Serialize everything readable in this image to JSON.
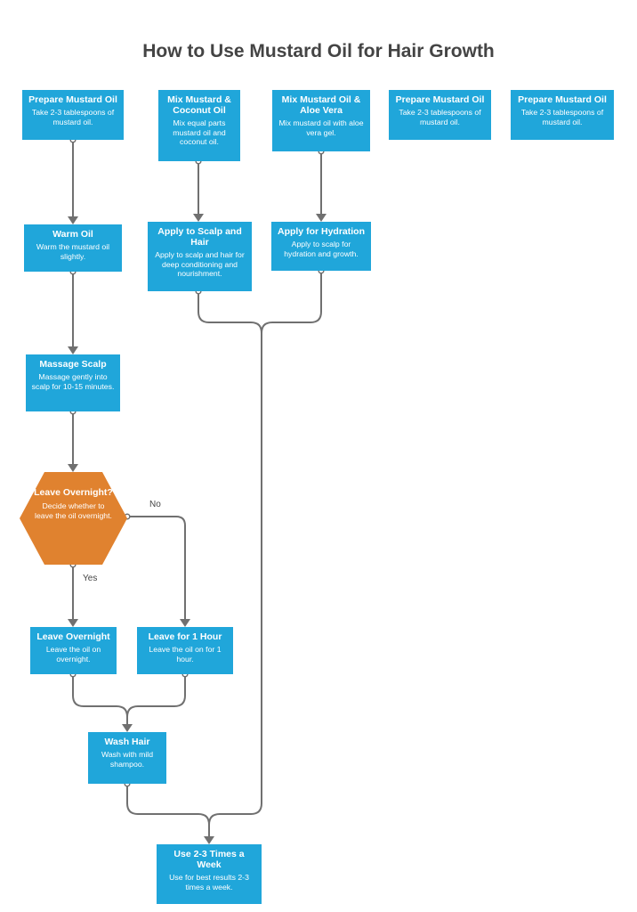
{
  "title": "How to Use Mustard Oil for Hair Growth",
  "colors": {
    "node": "#20A6DA",
    "decision": "#E0822F",
    "connector": "#707070",
    "title": "#444444"
  },
  "nodes": {
    "prepare_1": {
      "title": "Prepare Mustard Oil",
      "desc": "Take 2-3 tablespoons of mustard oil."
    },
    "mix_coconut": {
      "title": "Mix Mustard & Coconut Oil",
      "desc": "Mix equal parts mustard oil and coconut oil."
    },
    "mix_aloe": {
      "title": "Mix Mustard Oil & Aloe Vera",
      "desc": "Mix mustard oil with aloe vera gel."
    },
    "prepare_2": {
      "title": "Prepare Mustard Oil",
      "desc": "Take 2-3 tablespoons of mustard oil."
    },
    "prepare_3": {
      "title": "Prepare Mustard Oil",
      "desc": "Take 2-3 tablespoons of mustard oil."
    },
    "warm_oil": {
      "title": "Warm Oil",
      "desc": "Warm the mustard oil slightly."
    },
    "apply_scalp_hair": {
      "title": "Apply to Scalp and Hair",
      "desc": "Apply to scalp and hair for deep conditioning and nourishment."
    },
    "apply_hydration": {
      "title": "Apply for Hydration",
      "desc": "Apply to scalp for hydration and growth."
    },
    "massage_scalp": {
      "title": "Massage Scalp",
      "desc": "Massage gently into scalp for 10-15 minutes."
    },
    "leave_overnight_decision": {
      "title": "Leave Overnight?",
      "desc": "Decide whether to leave the oil overnight."
    },
    "leave_overnight": {
      "title": "Leave Overnight",
      "desc": "Leave the oil on overnight."
    },
    "leave_1_hour": {
      "title": "Leave for 1 Hour",
      "desc": "Leave the oil on for 1 hour."
    },
    "wash_hair": {
      "title": "Wash Hair",
      "desc": "Wash with mild shampoo."
    },
    "use_weekly": {
      "title": "Use 2-3 Times a Week",
      "desc": "Use for best results 2-3 times a week."
    }
  },
  "edge_labels": {
    "no": "No",
    "yes": "Yes"
  }
}
